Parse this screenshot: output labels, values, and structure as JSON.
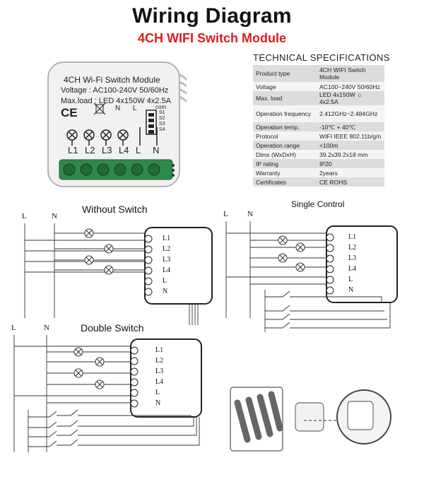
{
  "title": "Wiring Diagram",
  "subtitle": "4CH WIFI Switch Module",
  "specs": {
    "heading": "TECHNICAL SPECIFICATIONS",
    "rows": [
      {
        "key": "Product type",
        "value": "4CH WIFI Switch Module"
      },
      {
        "key": "Voltage",
        "value": "AC100~240V 50/60Hz"
      },
      {
        "key": "Max. load",
        "value": "LED 4x150W ☼ 4x2.5A"
      },
      {
        "key": "Operation frequency",
        "value": "2.412GHz~2.484GHz"
      },
      {
        "key": "Operation temp.",
        "value": "-10℃ + 40℃"
      },
      {
        "key": "Protocol",
        "value": "WIFI  IEEE 802.11b/g/n"
      },
      {
        "key": "Operation range",
        "value": "<100m"
      },
      {
        "key": "Dims (WxDxH)",
        "value": "39.2x39.2x18 mm"
      },
      {
        "key": "IP rating",
        "value": "IP20"
      },
      {
        "key": "Warranty",
        "value": "2years"
      },
      {
        "key": "Certificates",
        "value": "CE ROHS"
      }
    ]
  },
  "module": {
    "name": "4CH Wi-Fi Switch Module",
    "voltage": "Voltage : AC100-240V 50/60Hz",
    "load": "Max.load : LED 4x150W  4x2.5A",
    "ce": "CE",
    "n": "N",
    "l": "L",
    "com": "com",
    "s1": "S1",
    "s2": "S2",
    "s3": "S3",
    "s4": "S4",
    "terminals": [
      "L1",
      "L2",
      "L3",
      "L4",
      "L",
      "N"
    ]
  },
  "diagrams": {
    "without_switch": "Without Switch",
    "single_control": "Single Control",
    "double_switch": "Double Switch",
    "L": "L",
    "N": "N",
    "outputs": [
      "L1",
      "L2",
      "L3",
      "L4",
      "L",
      "N"
    ]
  }
}
